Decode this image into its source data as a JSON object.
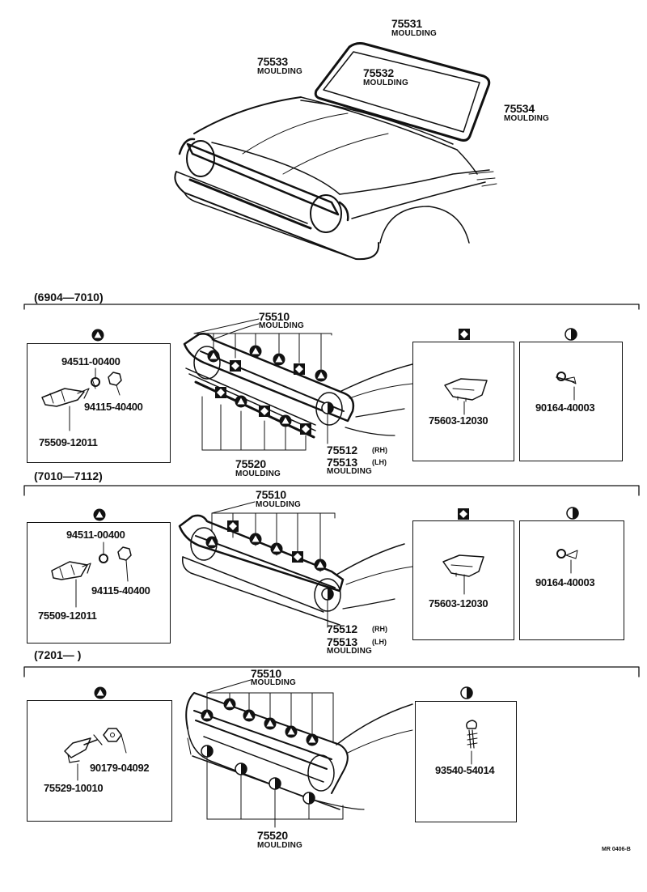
{
  "top": {
    "p75531": {
      "pn": "75531",
      "name": "MOULDING"
    },
    "p75533": {
      "pn": "75533",
      "name": "MOULDING"
    },
    "p75532": {
      "pn": "75532",
      "name": "MOULDING"
    },
    "p75534": {
      "pn": "75534",
      "name": "MOULDING"
    }
  },
  "s1": {
    "range": "(6904—7010)",
    "grille_pn": "75510",
    "grille_name": "MOULDING",
    "lower_pn": "75520",
    "lower_name": "MOULDING",
    "side_rh_pn": "75512",
    "side_rh_tag": "(RH)",
    "side_lh_pn": "75513",
    "side_lh_tag": "(LH)",
    "side_name": "MOULDING",
    "tri_a": "94511-00400",
    "tri_b": "94115-40400",
    "tri_c": "75509-12011",
    "dia_a": "75603-12030",
    "half_a": "90164-40003"
  },
  "s2": {
    "range": "(7010—7112)",
    "grille_pn": "75510",
    "grille_name": "MOULDING",
    "side_rh_pn": "75512",
    "side_rh_tag": "(RH)",
    "side_lh_pn": "75513",
    "side_lh_tag": "(LH)",
    "side_name": "MOULDING",
    "tri_a": "94511-00400",
    "tri_b": "94115-40400",
    "tri_c": "75509-12011",
    "dia_a": "75603-12030",
    "half_a": "90164-40003"
  },
  "s3": {
    "range": "(7201—      )",
    "grille_pn": "75510",
    "grille_name": "MOULDING",
    "lower_pn": "75520",
    "lower_name": "MOULDING",
    "tri_a": "90179-04092",
    "tri_b": "75529-10010",
    "half_a": "93540-54014"
  },
  "footer_code": "MR 0406-B"
}
